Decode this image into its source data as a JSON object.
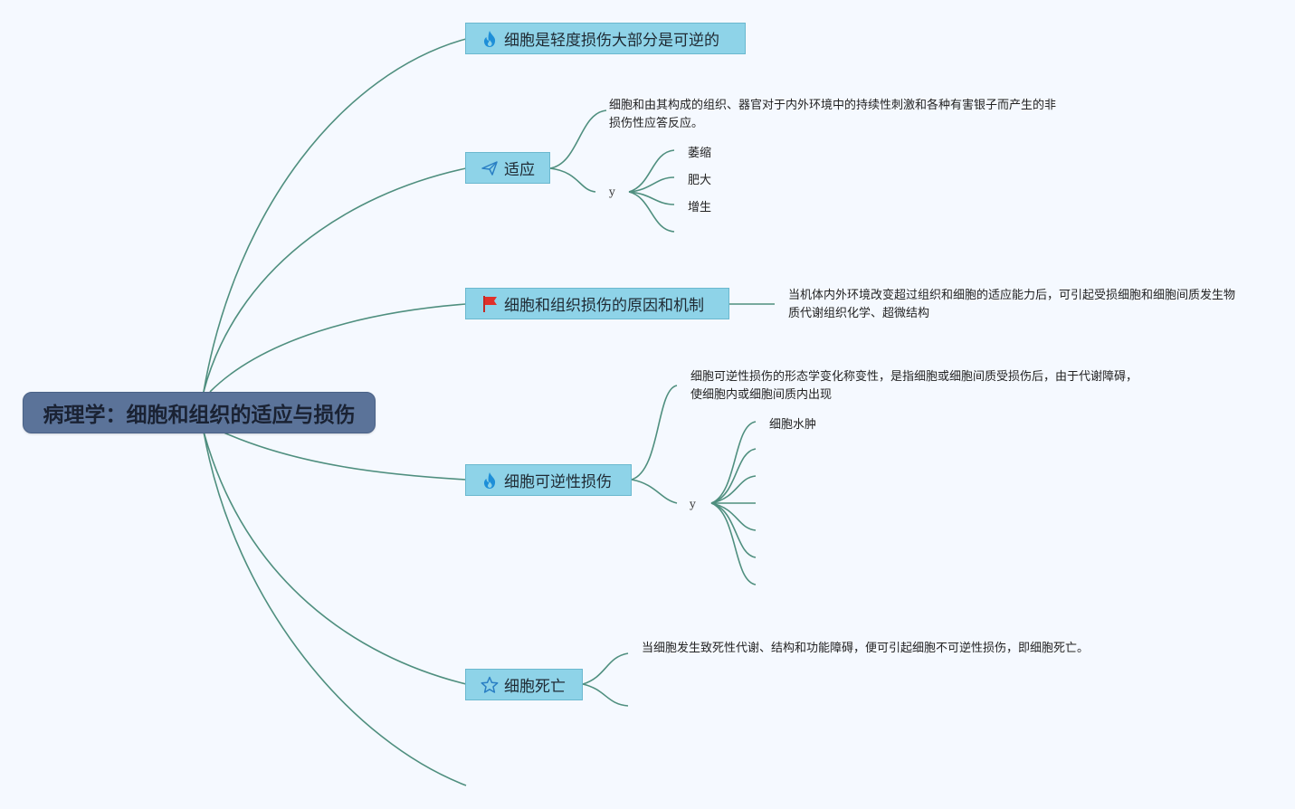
{
  "root": {
    "label": "病理学：细胞和组织的适应与损伤"
  },
  "topics": {
    "t1": {
      "label": "细胞是轻度损伤大部分是可逆的",
      "icon": "fire-icon"
    },
    "t2": {
      "label": "适应",
      "icon": "paper-plane-icon",
      "note": "细胞和由其构成的组织、器官对于内外环境中的持续性刺激和各种有害银子而产生的非损伤性应答反应。",
      "sub_label": "y",
      "children": [
        "萎缩",
        "肥大",
        "增生"
      ]
    },
    "t3": {
      "label": "细胞和组织损伤的原因和机制",
      "icon": "red-flag-icon",
      "note": "当机体内外环境改变超过组织和细胞的适应能力后，可引起受损细胞和细胞间质发生物质代谢组织化学、超微结构"
    },
    "t4": {
      "label": "细胞可逆性损伤",
      "icon": "fire-icon",
      "note": "细胞可逆性损伤的形态学变化称变性，是指细胞或细胞间质受损伤后，由于代谢障碍，使细胞内或细胞间质内出现",
      "sub_label": "y",
      "children": [
        "细胞水肿"
      ]
    },
    "t5": {
      "label": "细胞死亡",
      "icon": "star-icon",
      "note": "当细胞发生致死性代谢、结构和功能障碍，便可引起细胞不可逆性损伤，即细胞死亡。"
    }
  },
  "colors": {
    "line": "#4f8f7f",
    "topic_fill": "#8ed3e8",
    "root_fill": "#5b7399",
    "fire": "#1e8fd8",
    "flag": "#e0302a",
    "plane": "#2a7fc4",
    "star": "#2a7fc4"
  }
}
